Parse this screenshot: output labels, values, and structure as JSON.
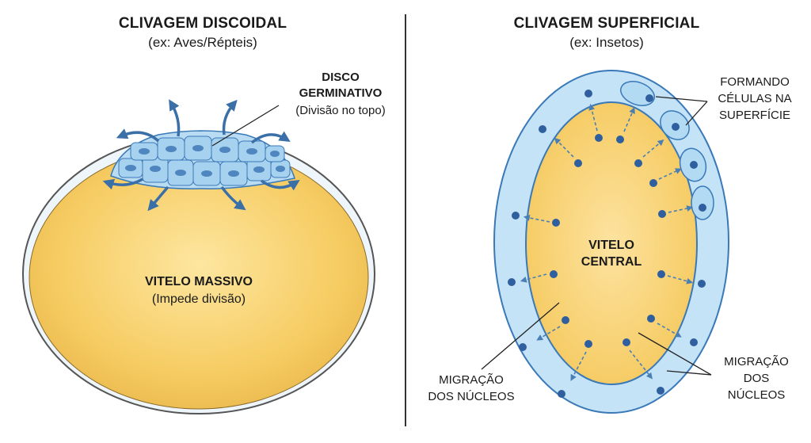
{
  "left": {
    "title": "CLIVAGEM DISCOIDAL",
    "subtitle": "(ex: Aves/Répteis)",
    "disc_label_1": "DISCO",
    "disc_label_2": "GERMINATIVO",
    "disc_label_3": "(Divisão no topo)",
    "yolk_label": "VITELO MASSIVO",
    "yolk_sub": "(Impede divisão)"
  },
  "right": {
    "title": "CLIVAGEM SUPERFICIAL",
    "subtitle": "(ex: Insetos)",
    "yolk_label_1": "VITELO",
    "yolk_label_2": "CENTRAL",
    "forming_1": "FORMANDO",
    "forming_2": "CÉLULAS NA",
    "forming_3": "SUPERFÍCIE",
    "migration_left_1": "MIGRAÇÃO",
    "migration_left_2": "DOS NÚCLEOS",
    "migration_right_1": "MIGRAÇÃO",
    "migration_right_2": "DOS",
    "migration_right_3": "NÚCLEOS"
  },
  "colors": {
    "yolk": "#f6cc62",
    "yolk_light": "#fbe29a",
    "cell": "#a9d4f0",
    "cell_border": "#3a79b8",
    "nucleus": "#2f5f9e",
    "arrow": "#3a6fa8"
  }
}
